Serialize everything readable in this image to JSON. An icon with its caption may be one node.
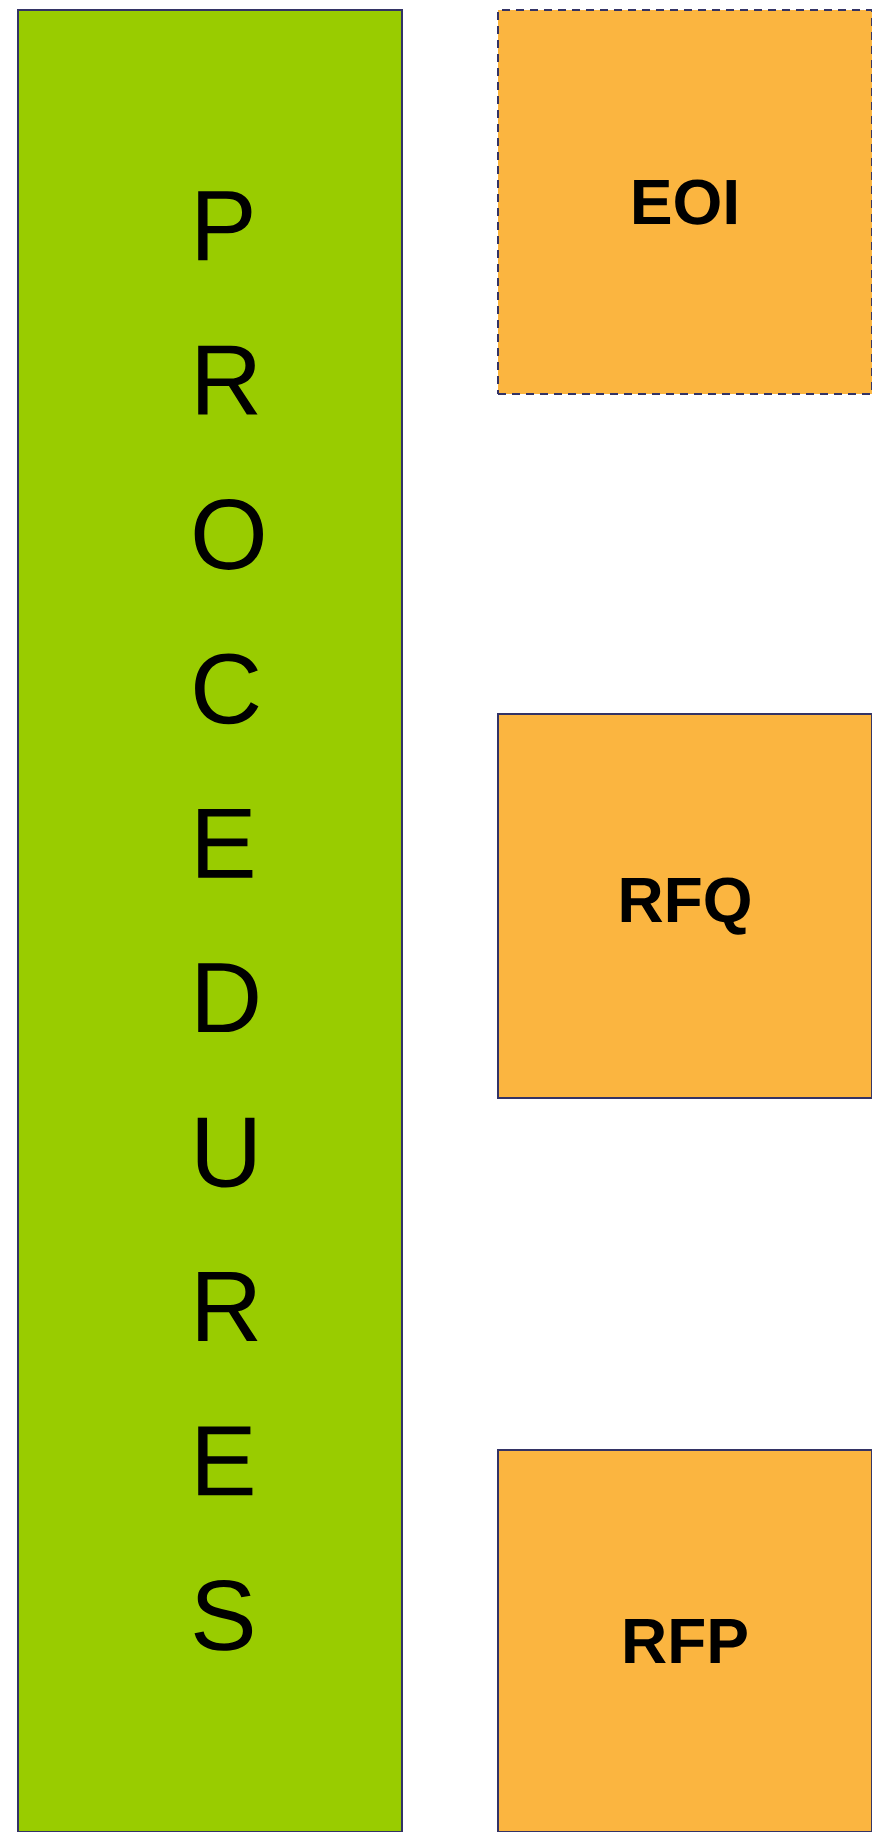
{
  "diagram": {
    "nodes": [
      {
        "text": [
          "PROCEDURES"
        ]
      },
      {
        "text": [
          "EOI"
        ]
      },
      {
        "text": [
          "RFQ"
        ]
      },
      {
        "text": [
          "RFP"
        ]
      }
    ]
  }
}
